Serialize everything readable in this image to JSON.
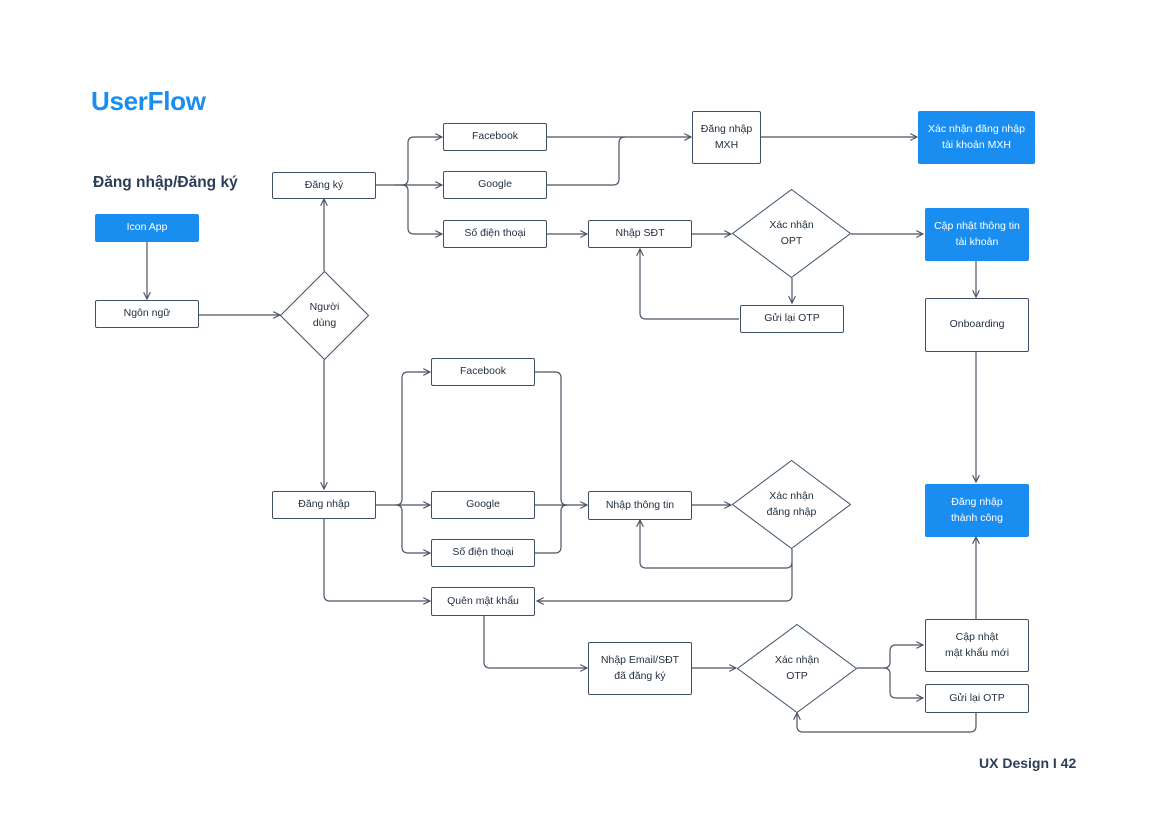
{
  "header": {
    "title": "UserFlow",
    "subtitle": "Đăng nhập/Đăng ký"
  },
  "footer": {
    "text": "UX Design I 42"
  },
  "colors": {
    "primary": "#1a8ef0",
    "stroke": "#3d5068",
    "connector": "#4a5565",
    "text": "#1f2d3d"
  },
  "nodes": {
    "icon_app": "Icon App",
    "ngon_ngu": "Ngôn ngữ",
    "nguoi_dung": "Người\ndùng",
    "dang_ky": "Đăng ký",
    "dk_facebook": "Facebook",
    "dk_google": "Google",
    "dk_sdt": "Số điện thoại",
    "dang_nhap_mxh": "Đăng nhập\nMXH",
    "xac_nhan_mxh": "Xác nhận đăng nhập\ntài khoản MXH",
    "nhap_sdt": "Nhập SĐT",
    "xac_nhan_opt": "Xác nhận\nOPT",
    "gui_lai_otp_1": "Gửi lại OTP",
    "cap_nhat_thong_tin": "Cập nhật thông tin\ntài khoản",
    "onboarding": "Onboarding",
    "dang_nhap": "Đăng nhập",
    "dn_facebook": "Facebook",
    "dn_google": "Google",
    "dn_sdt": "Số điện thoại",
    "nhap_thong_tin": "Nhập thông tin",
    "xac_nhan_dang_nhap": "Xác nhận\nđăng nhập",
    "dang_nhap_thanh_cong": "Đăng nhập\nthành công",
    "quen_mat_khau": "Quên mật khẩu",
    "nhap_email_sdt": "Nhập Email/SĐT\nđã đăng ký",
    "xac_nhan_otp": "Xác nhận\nOTP",
    "cap_nhat_mat_khau": "Cập nhật\nmật khẩu mới",
    "gui_lai_otp_2": "Gửi lại OTP"
  }
}
